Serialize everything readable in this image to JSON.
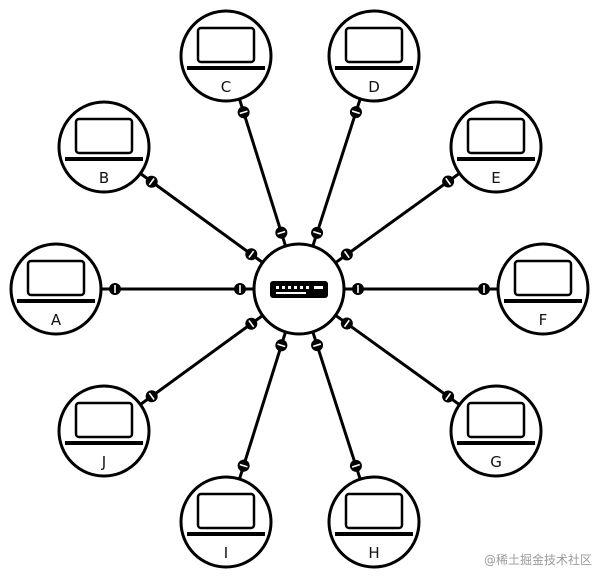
{
  "diagram": {
    "type": "star-network",
    "hub": {
      "icon": "network-switch-icon"
    },
    "nodes": [
      {
        "label": "A",
        "icon": "laptop-icon"
      },
      {
        "label": "B",
        "icon": "laptop-icon"
      },
      {
        "label": "C",
        "icon": "laptop-icon"
      },
      {
        "label": "D",
        "icon": "laptop-icon"
      },
      {
        "label": "E",
        "icon": "laptop-icon"
      },
      {
        "label": "F",
        "icon": "laptop-icon"
      },
      {
        "label": "G",
        "icon": "laptop-icon"
      },
      {
        "label": "H",
        "icon": "laptop-icon"
      },
      {
        "label": "I",
        "icon": "laptop-icon"
      },
      {
        "label": "J",
        "icon": "laptop-icon"
      }
    ],
    "connector_icon": "cable-connector-icon",
    "stroke_color": "#000000"
  },
  "watermark": "@稀土掘金技术社区"
}
